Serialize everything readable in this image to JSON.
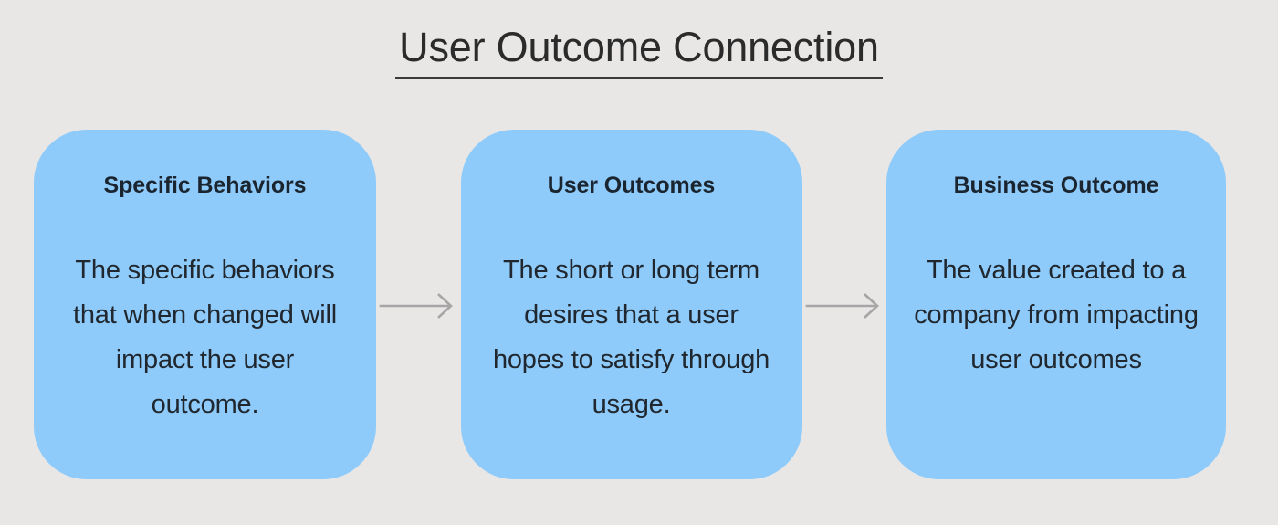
{
  "page": {
    "title": "User Outcome Connection",
    "background_color": "#E8E7E6",
    "title_color": "#2B2B2B",
    "card_color": "#8ECBFA",
    "card_text_color": "#20272E",
    "arrow_color": "#A6A6A6"
  },
  "diagram": {
    "type": "flow",
    "direction": "left-to-right",
    "steps": [
      {
        "heading": "Specific Behaviors",
        "body": "The specific behaviors that when changed will impact the user outcome."
      },
      {
        "heading": "User Outcomes",
        "body": "The short or long term desires that a user hopes to satisfy through usage."
      },
      {
        "heading": "Business Outcome",
        "body": "The value created to a company from impacting user outcomes"
      }
    ],
    "connectors": [
      {
        "icon": "arrow-right-icon",
        "from": "Specific Behaviors",
        "to": "User Outcomes"
      },
      {
        "icon": "arrow-right-icon",
        "from": "User Outcomes",
        "to": "Business Outcome"
      }
    ]
  }
}
